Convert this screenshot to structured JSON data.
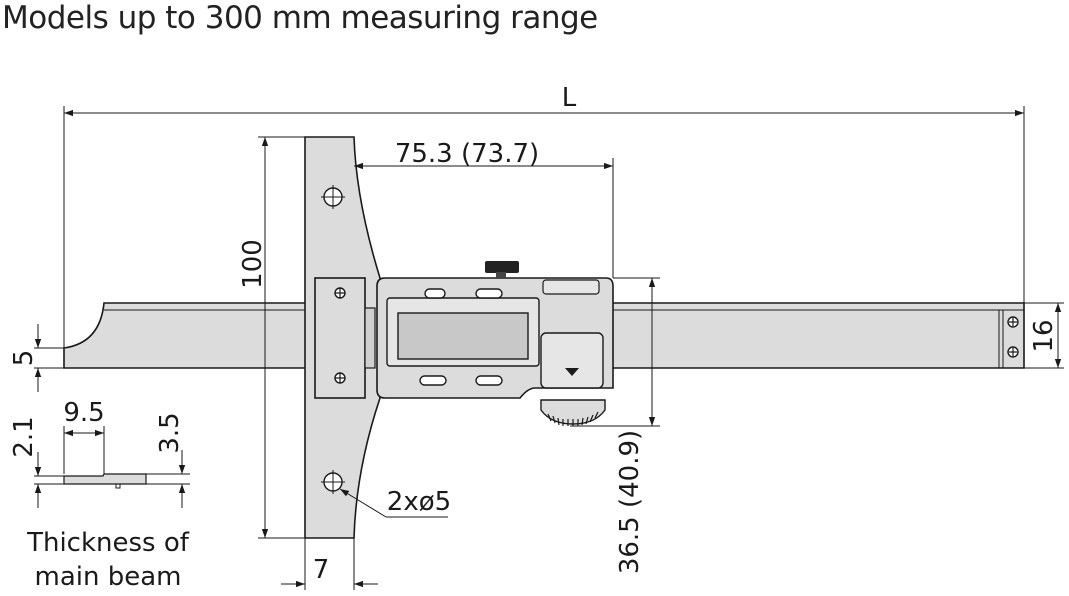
{
  "title": "Models up to 300 mm measuring range",
  "dimensions": {
    "overall_length": "L",
    "base_to_display_right": "75.3 (73.7)",
    "base_height": "100",
    "beam_height": "16",
    "beam_end_height": "5",
    "display_to_bottom": "36.5 (40.9)",
    "base_thickness": "7",
    "mounting_holes": "2xø5"
  },
  "beam_section": {
    "width": "9.5",
    "total_thickness": "2.1",
    "thickness": "3.5",
    "caption_line1": "Thickness of",
    "caption_line2": "main beam"
  },
  "colors": {
    "body_fill": "#dcdcdc",
    "line": "#1a1a1a",
    "display_fill": "#c8c8c8"
  }
}
